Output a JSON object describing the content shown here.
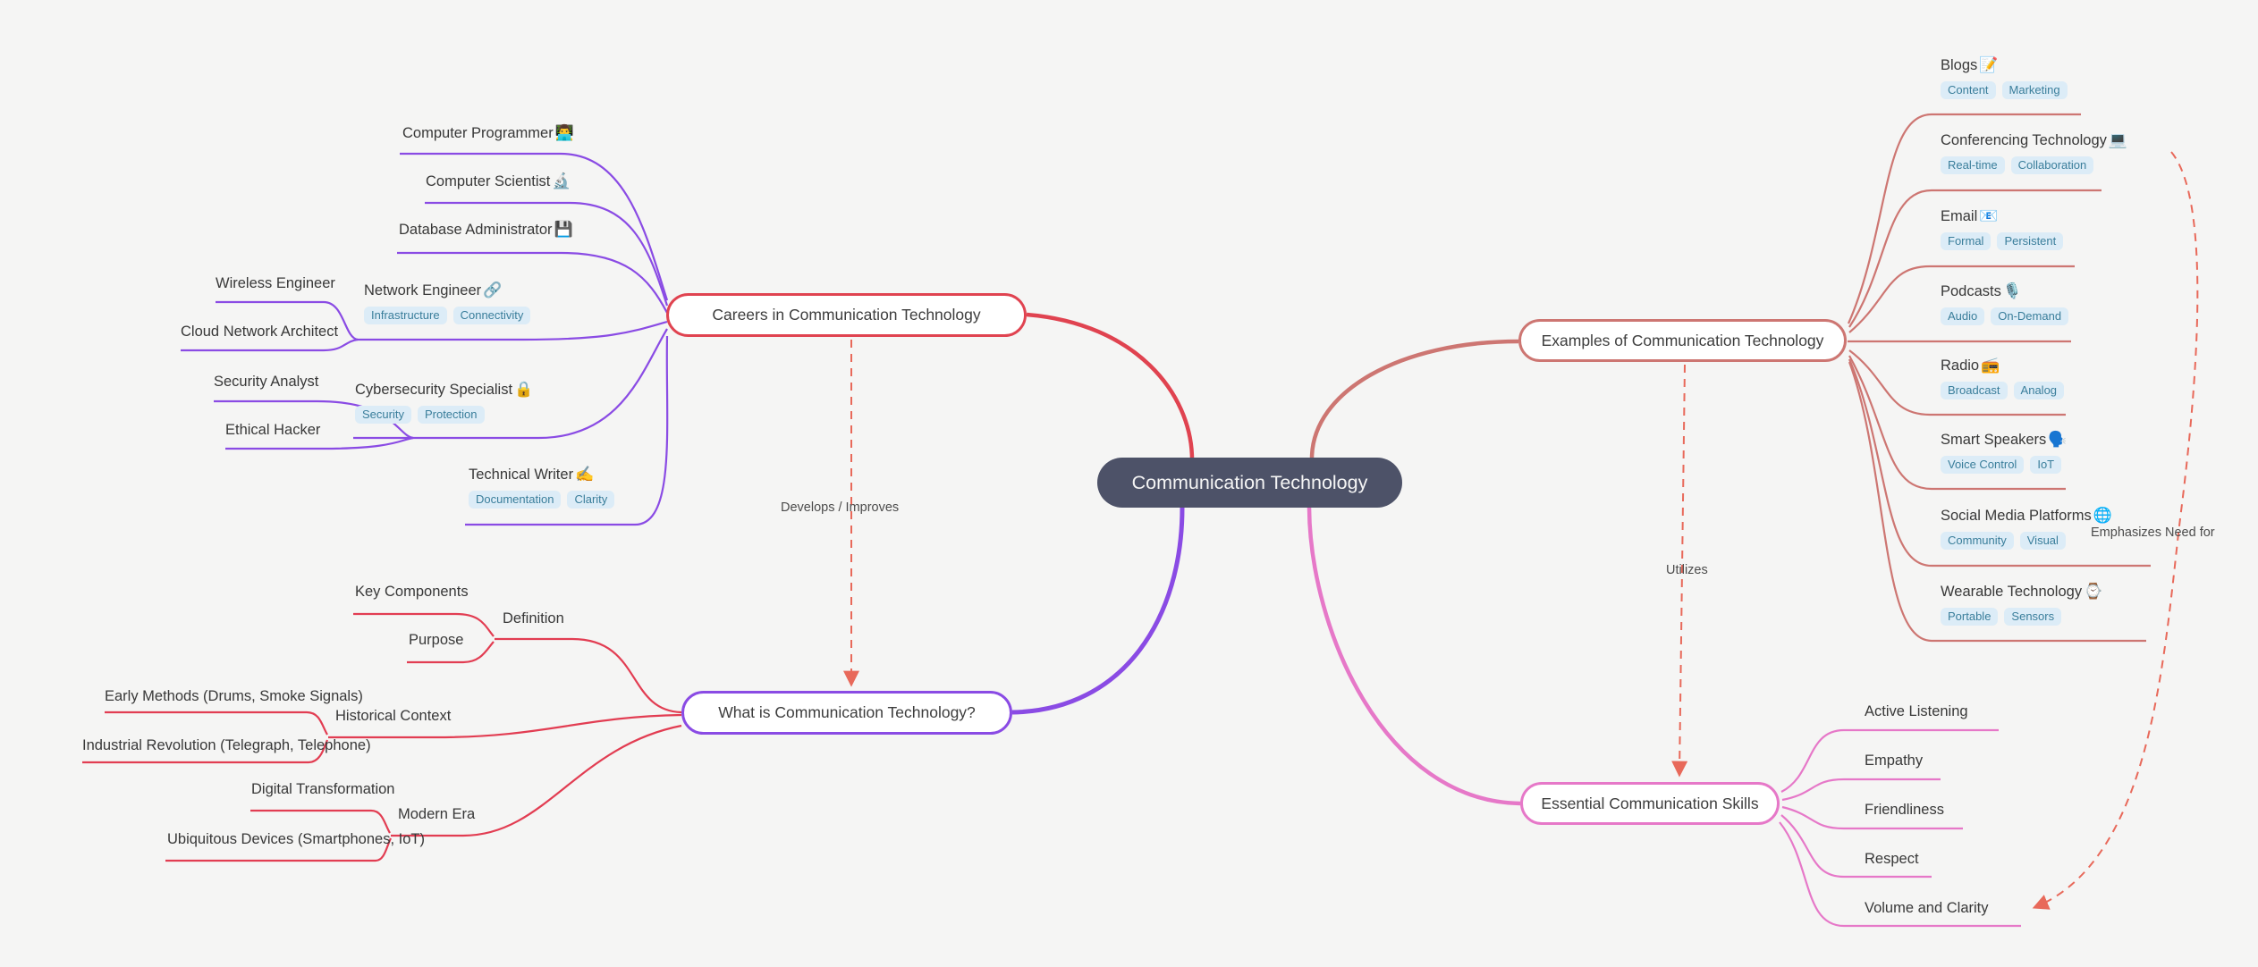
{
  "title": "Communication Technology",
  "colors": {
    "background": "#f5f5f4",
    "center_fill": "#4d5268",
    "center_text": "#f5f5f5",
    "red_branch": "#e04350",
    "crimson_lines": "#e23d52",
    "purple_branch": "#8a4be4",
    "rose_branch": "#cd7672",
    "pink_branch": "#e678c8",
    "dashed_arrow": "#e8695a",
    "tag_bg": "#dcecf7",
    "tag_text": "#3a7e9b",
    "label_text": "#383838"
  },
  "center": {
    "label": "Communication Technology"
  },
  "careers": {
    "label": "Careers in Communication Technology",
    "children": [
      {
        "label": "Computer Programmer",
        "icon": "👨‍💻"
      },
      {
        "label": "Computer Scientist",
        "icon": "🔬"
      },
      {
        "label": "Database Administrator",
        "icon": "💾"
      },
      {
        "label": "Network Engineer",
        "icon": "🔗",
        "tags": [
          "Infrastructure",
          "Connectivity"
        ],
        "children": [
          {
            "label": "Wireless Engineer"
          },
          {
            "label": "Cloud Network Architect"
          }
        ]
      },
      {
        "label": "Cybersecurity Specialist",
        "icon": "🔒",
        "tags": [
          "Security",
          "Protection"
        ],
        "children": [
          {
            "label": "Security Analyst"
          },
          {
            "label": "Ethical Hacker"
          }
        ]
      },
      {
        "label": "Technical Writer",
        "icon": "✍️",
        "tags": [
          "Documentation",
          "Clarity"
        ]
      }
    ]
  },
  "what_is": {
    "label": "What is Communication Technology?",
    "children": [
      {
        "label": "Definition",
        "children": [
          {
            "label": "Key Components"
          },
          {
            "label": "Purpose"
          }
        ]
      },
      {
        "label": "Historical Context",
        "children": [
          {
            "label": "Early Methods (Drums, Smoke Signals)"
          },
          {
            "label": "Industrial Revolution (Telegraph, Telephone)"
          }
        ]
      },
      {
        "label": "Modern Era",
        "children": [
          {
            "label": "Digital Transformation"
          },
          {
            "label": "Ubiquitous Devices (Smartphones, IoT)"
          }
        ]
      }
    ]
  },
  "examples": {
    "label": "Examples of Communication Technology",
    "children": [
      {
        "label": "Blogs",
        "icon": "📝",
        "tags": [
          "Content",
          "Marketing"
        ]
      },
      {
        "label": "Conferencing Technology",
        "icon": "💻",
        "tags": [
          "Real-time",
          "Collaboration"
        ]
      },
      {
        "label": "Email",
        "icon": "📧",
        "tags": [
          "Formal",
          "Persistent"
        ]
      },
      {
        "label": "Podcasts",
        "icon": "🎙️",
        "tags": [
          "Audio",
          "On-Demand"
        ]
      },
      {
        "label": "Radio",
        "icon": "📻",
        "tags": [
          "Broadcast",
          "Analog"
        ]
      },
      {
        "label": "Smart Speakers",
        "icon": "🗣️",
        "tags": [
          "Voice Control",
          "IoT"
        ]
      },
      {
        "label": "Social Media Platforms",
        "icon": "🌐",
        "tags": [
          "Community",
          "Visual"
        ]
      },
      {
        "label": "Wearable Technology",
        "icon": "⌚",
        "tags": [
          "Portable",
          "Sensors"
        ]
      }
    ]
  },
  "skills": {
    "label": "Essential Communication Skills",
    "children": [
      {
        "label": "Active Listening"
      },
      {
        "label": "Empathy"
      },
      {
        "label": "Friendliness"
      },
      {
        "label": "Respect"
      },
      {
        "label": "Volume and Clarity"
      }
    ]
  },
  "edge_labels": {
    "develops": "Develops / Improves",
    "utilizes": "Utilizes",
    "emphasizes": "Emphasizes Need for"
  }
}
